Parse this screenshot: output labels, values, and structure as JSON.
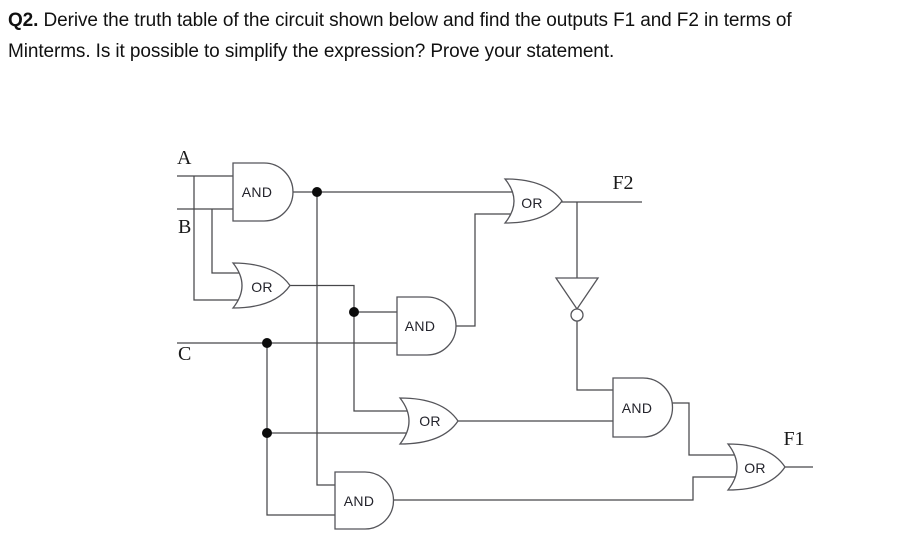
{
  "question": {
    "prefix": "Q2.",
    "line1_rest": " Derive the truth table of the circuit shown below and find the outputs F1 and F2 in terms of",
    "line2": "Minterms. Is it possible to simplify the expression? Prove your statement."
  },
  "colors": {
    "wire": "#47474a",
    "gate": "#55555a",
    "dot": "#0b0b0b",
    "gate_label": "#23232b",
    "io_label": "#1a1a1a"
  },
  "diagram": {
    "inputs": [
      {
        "id": "A",
        "label": "A"
      },
      {
        "id": "B",
        "label": "B"
      },
      {
        "id": "C",
        "label": "C"
      }
    ],
    "outputs": [
      {
        "id": "F2",
        "label": "F2"
      },
      {
        "id": "F1",
        "label": "F1"
      }
    ],
    "gates": [
      {
        "id": "and1",
        "type": "AND",
        "label": "AND"
      },
      {
        "id": "or1",
        "type": "OR",
        "label": "OR"
      },
      {
        "id": "and2",
        "type": "AND",
        "label": "AND"
      },
      {
        "id": "or3",
        "type": "OR",
        "label": "OR"
      },
      {
        "id": "not1",
        "type": "NOT",
        "label": ""
      },
      {
        "id": "or2",
        "type": "OR",
        "label": "OR"
      },
      {
        "id": "and3",
        "type": "AND",
        "label": "AND"
      },
      {
        "id": "and4",
        "type": "AND",
        "label": "AND"
      },
      {
        "id": "or4",
        "type": "OR",
        "label": "OR"
      }
    ],
    "connections": [
      {
        "from": "A",
        "to": "and1.in1"
      },
      {
        "from": "B",
        "to": "and1.in2"
      },
      {
        "from": "B",
        "to": "or1.in1"
      },
      {
        "from": "A",
        "to": "or1.in2"
      },
      {
        "from": "and1.out",
        "to": "or3.in1"
      },
      {
        "from": "and1.out",
        "to": "and4.in1"
      },
      {
        "from": "or1.out",
        "to": "and2.in1"
      },
      {
        "from": "or1.out",
        "to": "or2.in1"
      },
      {
        "from": "C",
        "to": "and2.in2"
      },
      {
        "from": "C",
        "to": "or2.in2"
      },
      {
        "from": "C",
        "to": "and4.in2"
      },
      {
        "from": "and2.out",
        "to": "or3.in2"
      },
      {
        "from": "or3.out",
        "to": "F2"
      },
      {
        "from": "or3.out",
        "to": "not1.in"
      },
      {
        "from": "not1.out",
        "to": "and3.in1"
      },
      {
        "from": "or2.out",
        "to": "and3.in2"
      },
      {
        "from": "and3.out",
        "to": "or4.in1"
      },
      {
        "from": "and4.out",
        "to": "or4.in2"
      },
      {
        "from": "or4.out",
        "to": "F1"
      }
    ]
  }
}
